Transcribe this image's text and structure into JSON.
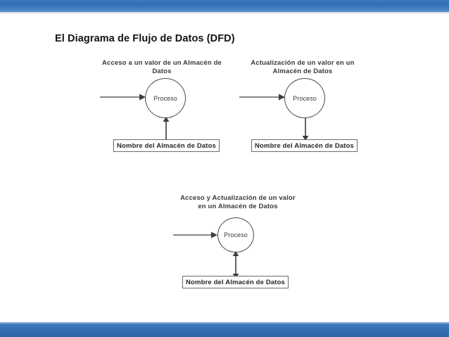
{
  "slide": {
    "title": "El Diagrama de Flujo de Datos (DFD)",
    "background_color": "#ffffff",
    "accent_color": "#3670b4"
  },
  "decor": {
    "top_bar_name": "top-accent-bar",
    "bottom_bar_name": "bottom-accent-bar"
  },
  "diagrams": [
    {
      "id": "acceso",
      "caption": "Acceso a un valor de un Almacén de\nDatos",
      "caption_line1": "Acceso a un valor de un Almacén de",
      "caption_line2": "Datos",
      "process_label": "Proceso",
      "store_label": "Nombre del Almacén de Datos",
      "input_arrow": "left-to-process",
      "vertical_arrow_direction": "up",
      "vertical_arrow_meaning": "read-from-store"
    },
    {
      "id": "actualizacion",
      "caption": "Actualización de un valor en un\nAlmacén de Datos",
      "caption_line1": "Actualización de un valor en un",
      "caption_line2": "Almacén de Datos",
      "process_label": "Proceso",
      "store_label": "Nombre del Almacén de Datos",
      "input_arrow": "left-to-process",
      "vertical_arrow_direction": "down",
      "vertical_arrow_meaning": "write-to-store"
    },
    {
      "id": "acceso-y-actualizacion",
      "caption": "Acceso y Actualización de un valor\nen un Almacén de Datos",
      "caption_line1": "Acceso y Actualización de un valor",
      "caption_line2": "en un Almacén de Datos",
      "process_label": "Proceso",
      "store_label": "Nombre del Almacén de Datos",
      "input_arrow": "left-to-process",
      "vertical_arrow_direction": "both",
      "vertical_arrow_meaning": "read-and-write-store"
    }
  ]
}
